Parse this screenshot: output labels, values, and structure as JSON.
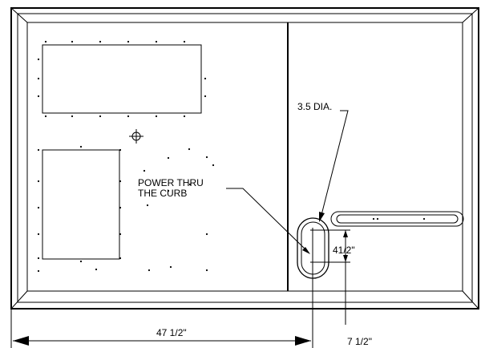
{
  "labels": {
    "diameter": "3.5 DIA.",
    "power_line1": "POWER THRU",
    "power_line2": "THE CURB",
    "dim_vertical": "41/2\"",
    "dim_horizontal": "47 1/2\"",
    "dim_small": "7 1/2\""
  },
  "colors": {
    "line": "#000000",
    "background": "#ffffff"
  }
}
